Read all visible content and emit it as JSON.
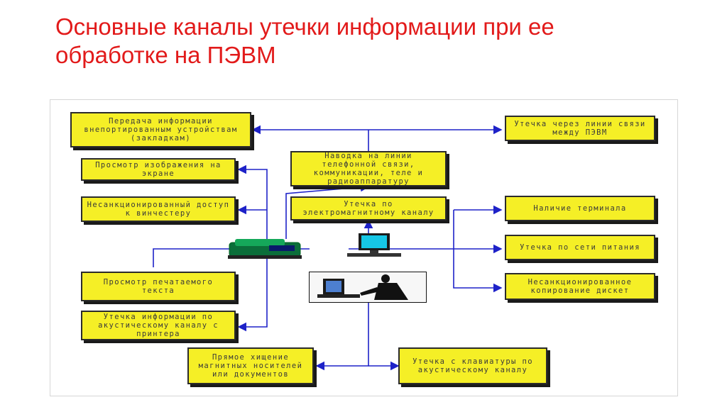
{
  "slide": {
    "title_line1": "Основные каналы утечки информации при ее",
    "title_line2": "обработке на ПЭВМ"
  },
  "diagram": {
    "boxes": {
      "transfer": "Передача информации внепортированным устройствам (закладкам)",
      "view_screen": "Просмотр изображения на экране",
      "unauth_access": "Несанкционированный доступ к винчестеру",
      "view_print": "Просмотр печатаемого текста",
      "acoustic_printer": "Утечка информации по акустическому каналу с принтера",
      "direct_theft": "Прямое хищение магнитных носителей или документов",
      "pc_link": "Утечка через линии связи между ПЭВМ",
      "induction": "Наводка на линии телефонной связи, коммуникации, теле и радиоаппаратуру",
      "em_channel": "Утечка по электромагнитному каналу",
      "terminal": "Наличие терминала",
      "power_net": "Утечка по сети питания",
      "disk_copy": "Несанкционированное копирование дискет",
      "keyboard_acoustic": "Утечка с клавиатуры по акустическому каналу"
    },
    "colors": {
      "box_fill": "#f5ef26",
      "line": "#1e22c8",
      "title": "#e21a1a"
    },
    "icons": [
      "printer-icon",
      "computer-monitor-icon",
      "operator-at-computer-icon"
    ]
  }
}
